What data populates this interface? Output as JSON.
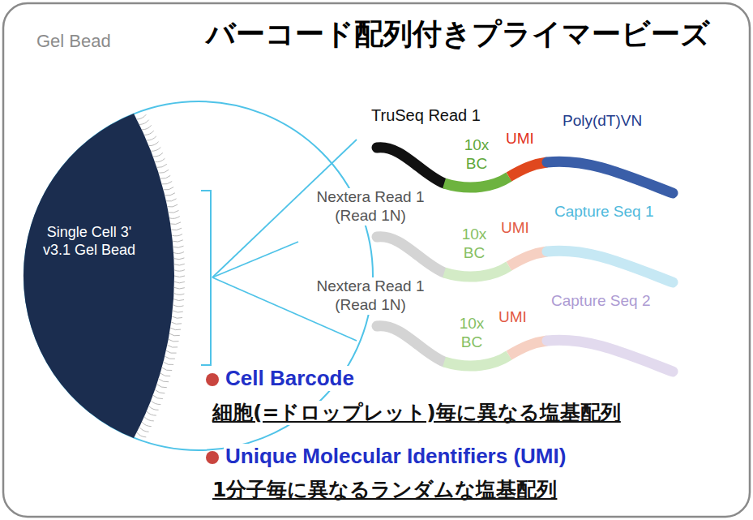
{
  "diagram": {
    "title": "バーコード配列付きプライマービーズ",
    "nodes": [
      {
        "text": [
          "Gel Bead",
          "Single Cell 3' v3.1 Gel Bead"
        ]
      }
    ],
    "labels": [
      "TruSeq Read 1",
      "10x BC",
      "UMI",
      "Poly(dT)VN",
      "Nextera Read 1 (Read 1N)",
      "10x BC",
      "UMI",
      "Capture Seq 1",
      "Nextera Read 1 (Read 1N)",
      "10x BC",
      "UMI",
      "Capture Seq 2",
      "Cell Barcode",
      "細胞(=ドロップレット)毎に異なる塩基配列",
      "Unique Molecular Identifiers (UMI)",
      "1分子毎に異なるランダムな塩基配列"
    ]
  }
}
